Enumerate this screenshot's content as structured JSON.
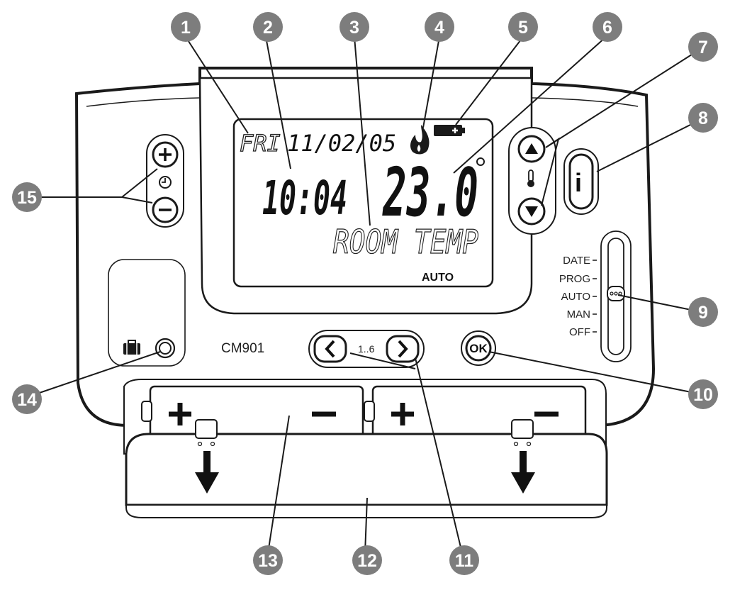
{
  "lcd": {
    "day": "FRI",
    "date": "11/02/05",
    "time": "10:04",
    "temperature": "23.0",
    "temp_label": "ROOM TEMP",
    "mode": "AUTO"
  },
  "model": "CM901",
  "day_range": "1..6",
  "ok_label": "OK",
  "info_label": "i",
  "mode_switch": {
    "positions": [
      "DATE",
      "PROG",
      "AUTO",
      "MAN",
      "OFF"
    ],
    "selected": "AUTO"
  },
  "callouts": [
    "1",
    "2",
    "3",
    "4",
    "5",
    "6",
    "7",
    "8",
    "9",
    "10",
    "11",
    "12",
    "13",
    "14",
    "15"
  ],
  "icons": {
    "flame": "flame-icon",
    "battery": "battery-icon",
    "thermometer": "thermometer-icon",
    "clock": "clock-icon",
    "holiday": "suitcase-icon",
    "degree": "degree-icon"
  },
  "colors": {
    "callout_fill": "#7d7d7d",
    "outline": "#1a1a1a",
    "body": "#ffffff"
  }
}
